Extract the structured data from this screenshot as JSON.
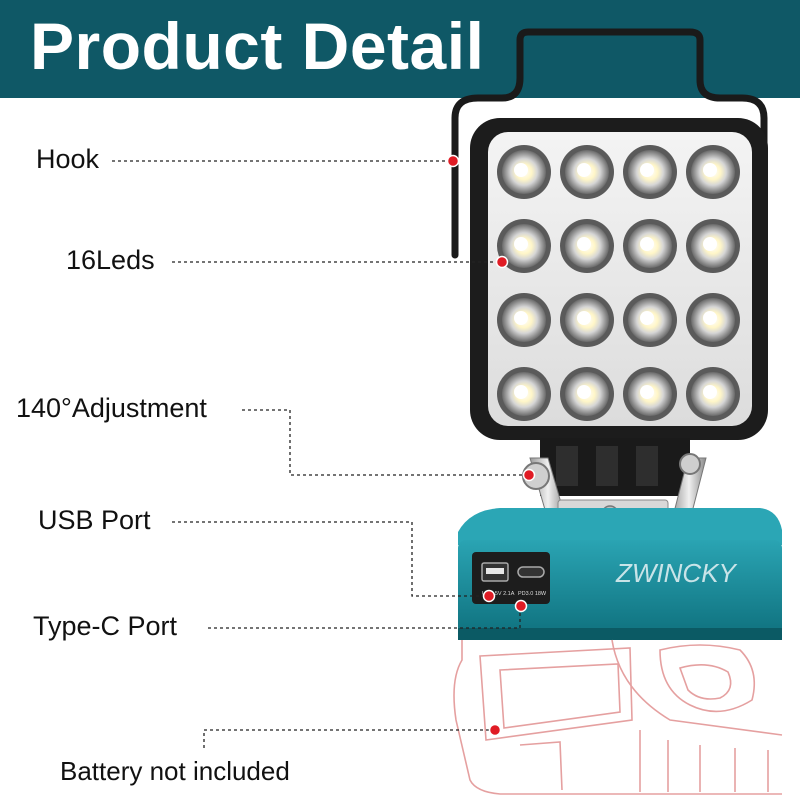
{
  "banner": {
    "title": "Product Detail",
    "background_color": "#0f5866",
    "text_color": "#ffffff"
  },
  "callouts": {
    "hook": "Hook",
    "leds": "16Leds",
    "adjustment": "140°Adjustment",
    "usb_port": "USB Port",
    "type_c_port": "Type-C Port",
    "battery": "Battery not included",
    "marker_color": "#e01b24"
  },
  "product": {
    "brand": "ZWINCKY",
    "usb_port_label": "USB 5V 2.1A",
    "type_c_label": "PD3.0 18W",
    "led_count": 16,
    "body_color": "#1a8a9a"
  }
}
